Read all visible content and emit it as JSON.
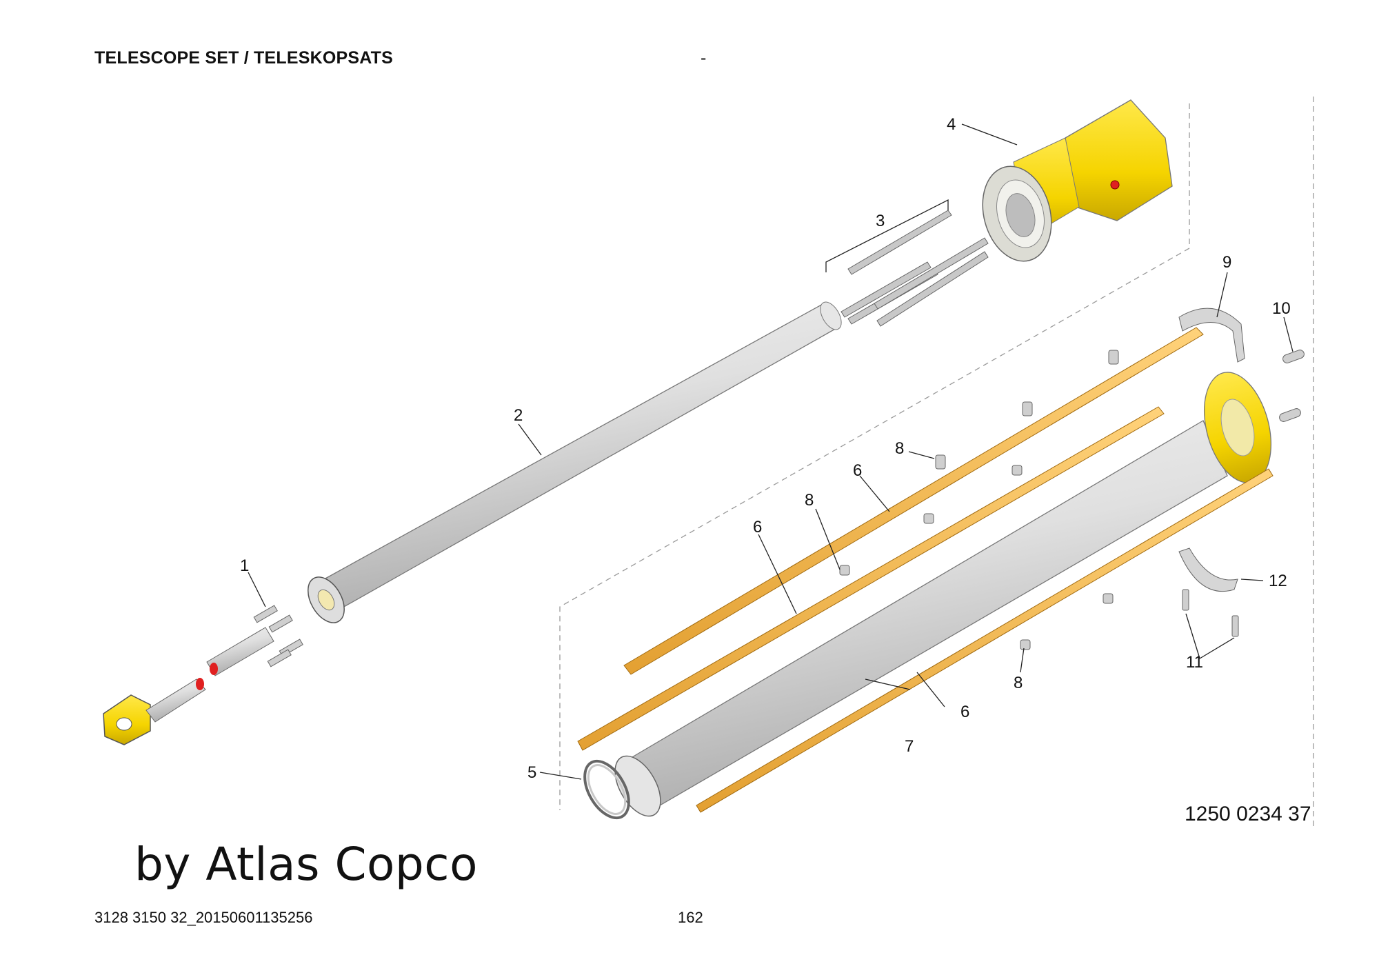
{
  "header": {
    "title": "TELESCOPE SET / TELESKOPSATS",
    "dash": "-"
  },
  "footer": {
    "doc_id": "3128 3150 32_20150601135256",
    "page": "162"
  },
  "watermark": "by Atlas Copco",
  "drawing": {
    "drawing_number": "1250 0234 37",
    "callouts": {
      "c1": "1",
      "c2": "2",
      "c3": "3",
      "c4": "4",
      "c5": "5",
      "c6a": "6",
      "c6b": "6",
      "c6c": "6",
      "c7": "7",
      "c8a": "8",
      "c8b": "8",
      "c8c": "8",
      "c9": "9",
      "c10": "10",
      "c11": "11",
      "c12": "12"
    },
    "colors": {
      "yellow": "#F5D400",
      "orange": "#F0B445",
      "steel": "#D8D8D8",
      "red": "#E02020"
    }
  }
}
